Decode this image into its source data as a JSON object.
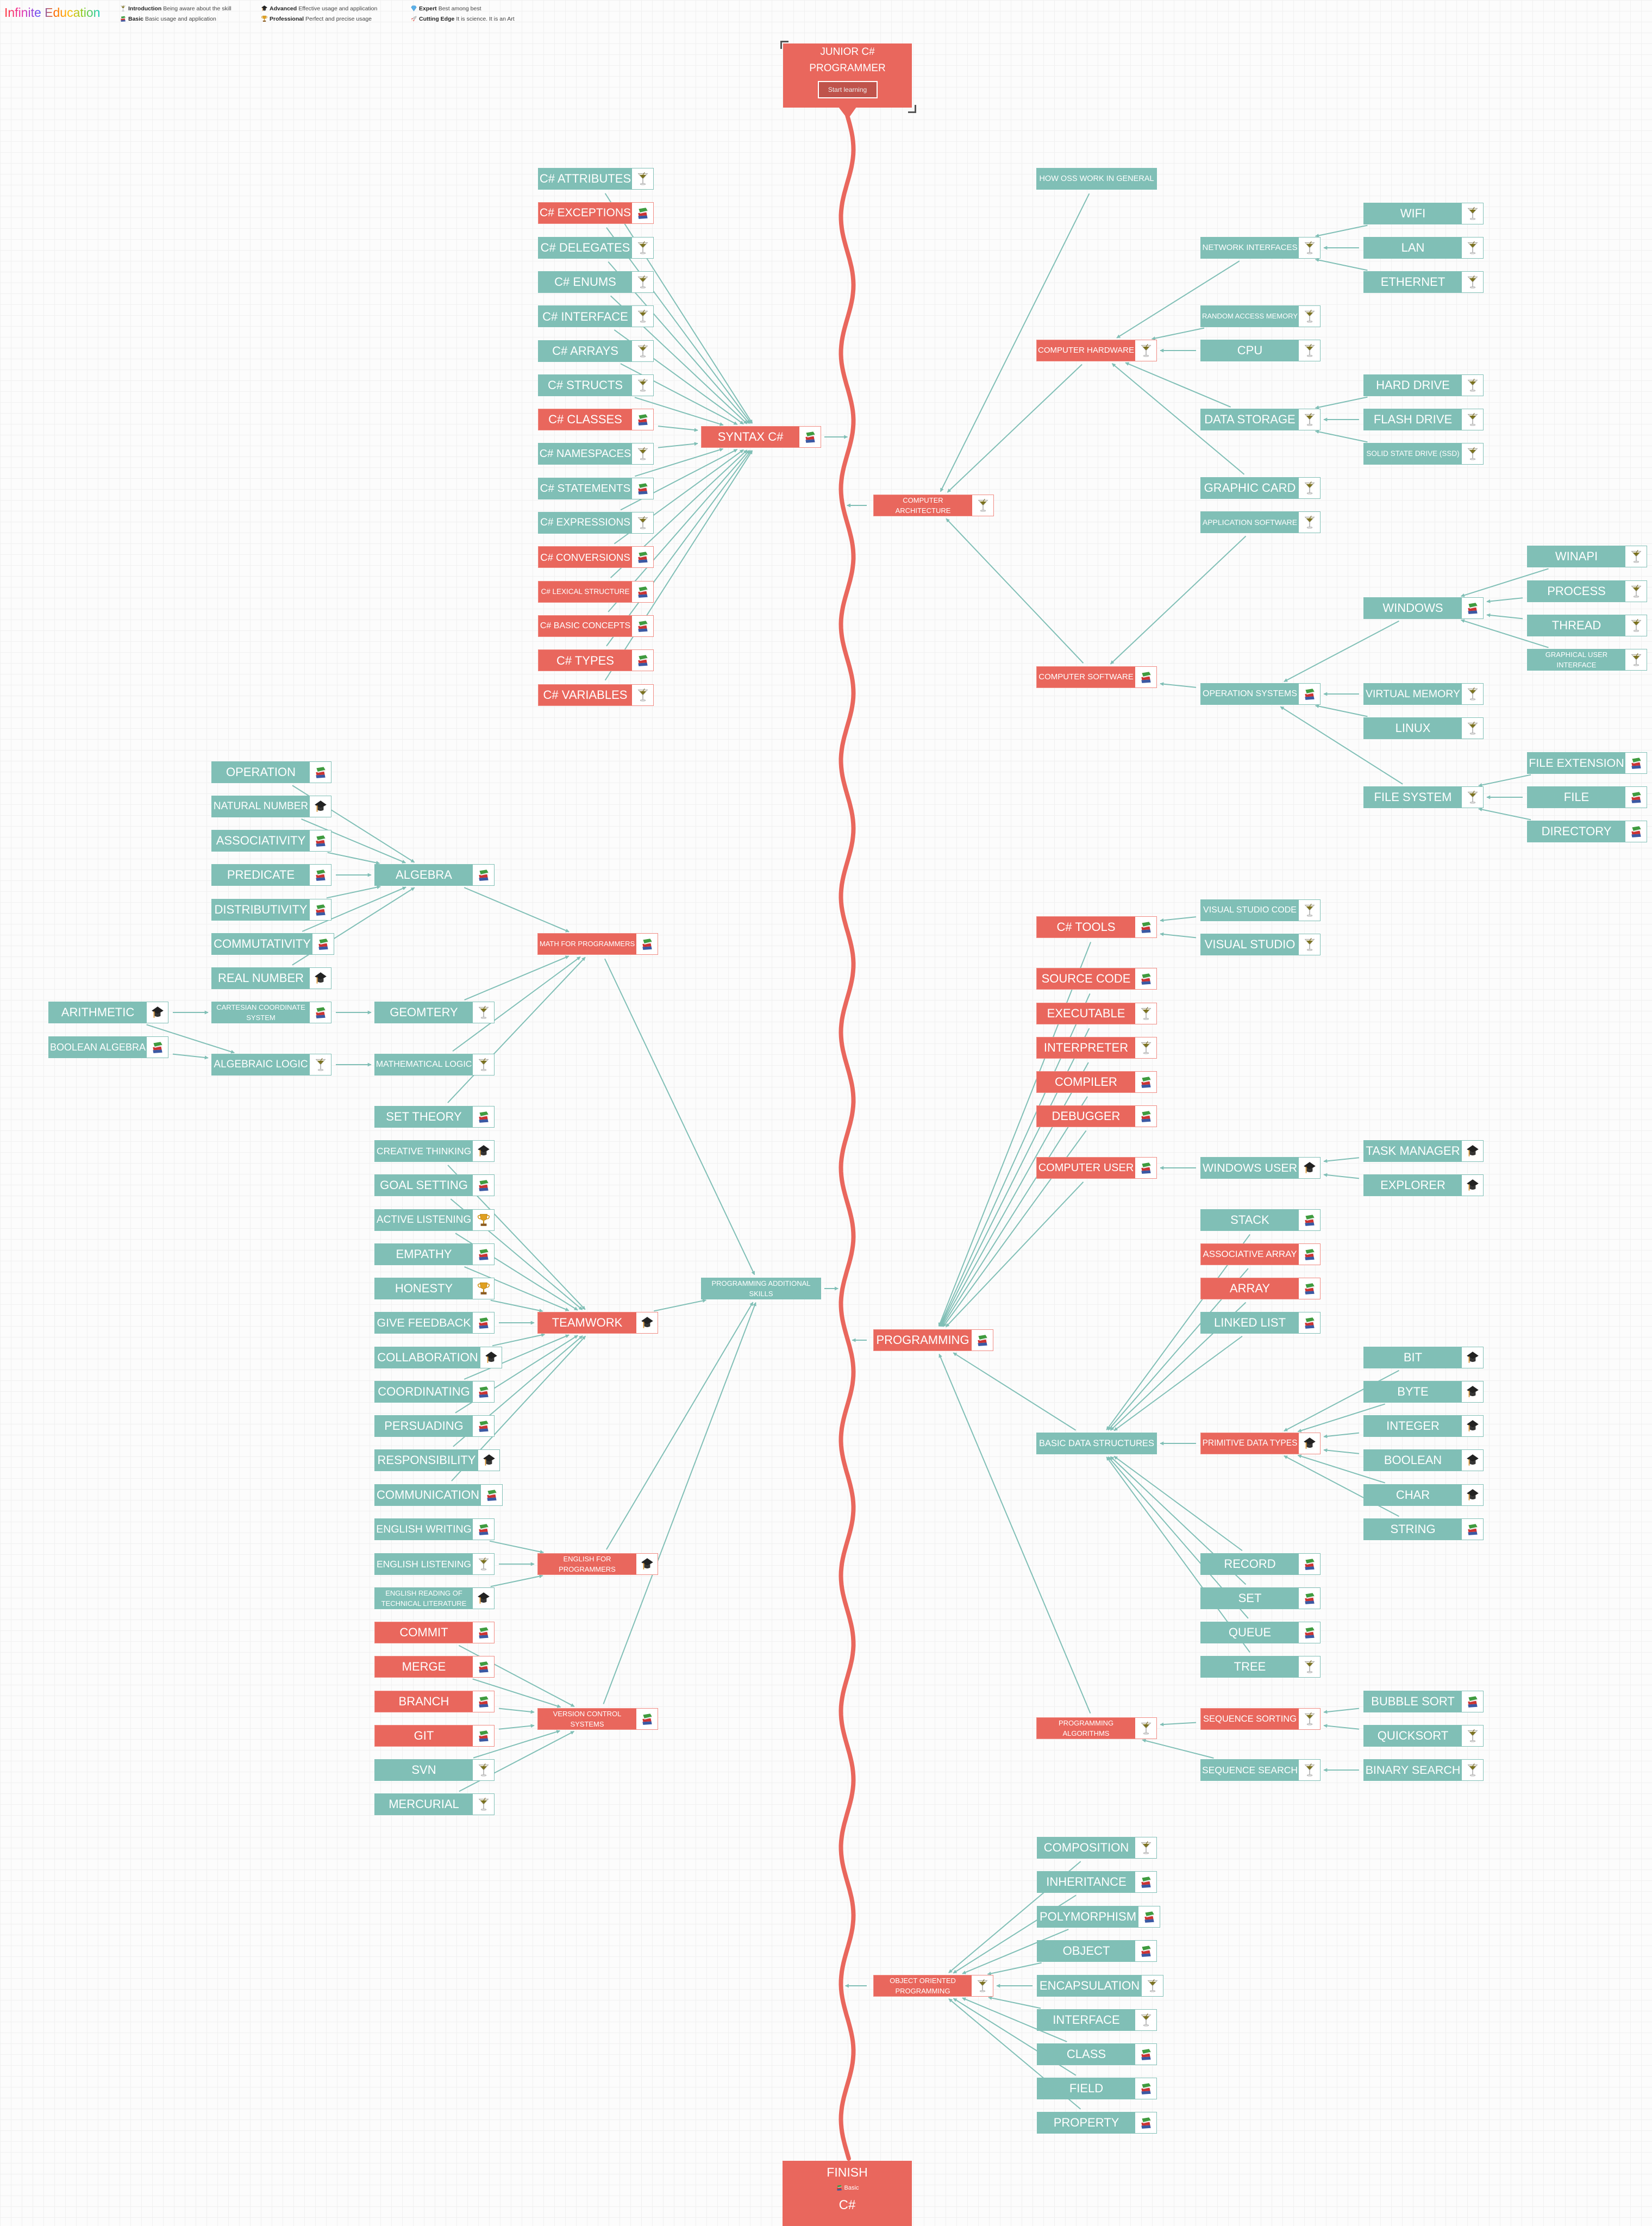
{
  "header": {
    "title": "Infinite Education",
    "legend": [
      {
        "icon": "intro",
        "name": "Introduction",
        "desc": "Being aware about the skill"
      },
      {
        "icon": "basic",
        "name": "Basic",
        "desc": "Basic usage and application"
      },
      {
        "icon": "advanced",
        "name": "Advanced",
        "desc": "Effective usage and application"
      },
      {
        "icon": "pro",
        "name": "Professional",
        "desc": "Perfect and precise usage"
      },
      {
        "icon": "expert",
        "name": "Expert",
        "desc": "Best among best"
      },
      {
        "icon": "cutting",
        "name": "Cutting Edge",
        "desc": "It is science. It is an Art"
      }
    ]
  },
  "start": {
    "title_line1": "JUNIOR C#",
    "title_line2": "PROGRAMMER",
    "button": "Start learning"
  },
  "finish": {
    "title": "FINISH",
    "level": "Basic",
    "level_icon": "basic",
    "subject": "C#"
  },
  "colors": {
    "red": "#e9675d",
    "teal": "#80bfb6",
    "spine": "#e9675d"
  },
  "nodes": {
    "attr": {
      "label": "C# ATTRIBUTES",
      "icon": "intro",
      "style": "teal"
    },
    "exc": {
      "label": "C# EXCEPTIONS",
      "icon": "basic",
      "style": "red"
    },
    "deleg": {
      "label": "C# DELEGATES",
      "icon": "intro",
      "style": "teal"
    },
    "enums": {
      "label": "C# ENUMS",
      "icon": "intro",
      "style": "teal"
    },
    "iface": {
      "label": "C# INTERFACE",
      "icon": "intro",
      "style": "teal"
    },
    "arrays": {
      "label": "C# ARRAYS",
      "icon": "intro",
      "style": "teal"
    },
    "structs": {
      "label": "C# STRUCTS",
      "icon": "intro",
      "style": "teal"
    },
    "classes": {
      "label": "C# CLASSES",
      "icon": "basic",
      "style": "red"
    },
    "ns": {
      "label": "C# NAMESPACES",
      "icon": "intro",
      "style": "teal"
    },
    "stmts": {
      "label": "C# STATEMENTS",
      "icon": "basic",
      "style": "teal"
    },
    "exprs": {
      "label": "C# EXPRESSIONS",
      "icon": "intro",
      "style": "teal"
    },
    "conv": {
      "label": "C# CONVERSIONS",
      "icon": "basic",
      "style": "red"
    },
    "lex": {
      "label": "C# LEXICAL STRUCTURE",
      "icon": "basic",
      "style": "red"
    },
    "basicc": {
      "label": "C# BASIC CONCEPTS",
      "icon": "basic",
      "style": "red"
    },
    "types": {
      "label": "C# TYPES",
      "icon": "basic",
      "style": "red"
    },
    "vars": {
      "label": "C# VARIABLES",
      "icon": "intro",
      "style": "red"
    },
    "syntax": {
      "label": "SYNTAX C#",
      "icon": "basic",
      "style": "red"
    },
    "howoss": {
      "label": "HOW OSS WORK IN GENERAL",
      "icon": "none",
      "style": "teal"
    },
    "netif": {
      "label": "NETWORK INTERFACES",
      "icon": "intro",
      "style": "teal"
    },
    "wifi": {
      "label": "WIFI",
      "icon": "intro",
      "style": "teal"
    },
    "lan": {
      "label": "LAN",
      "icon": "intro",
      "style": "teal"
    },
    "eth": {
      "label": "ETHERNET",
      "icon": "intro",
      "style": "teal"
    },
    "ram": {
      "label": "RANDOM ACCESS MEMORY",
      "icon": "intro",
      "style": "teal"
    },
    "cpu": {
      "label": "CPU",
      "icon": "intro",
      "style": "teal"
    },
    "comphw": {
      "label": "COMPUTER HARDWARE",
      "icon": "intro",
      "style": "red"
    },
    "hdd": {
      "label": "HARD DRIVE",
      "icon": "intro",
      "style": "teal"
    },
    "dstore": {
      "label": "DATA STORAGE",
      "icon": "intro",
      "style": "teal"
    },
    "flash": {
      "label": "FLASH DRIVE",
      "icon": "intro",
      "style": "teal"
    },
    "ssd": {
      "label": "SOLID STATE DRIVE (SSD)",
      "icon": "intro",
      "style": "teal"
    },
    "gcard": {
      "label": "GRAPHIC CARD",
      "icon": "intro",
      "style": "teal"
    },
    "appsw": {
      "label": "APPLICATION SOFTWARE",
      "icon": "intro",
      "style": "teal"
    },
    "comparch": {
      "label": "COMPUTER ARCHITECTURE",
      "icon": "intro",
      "style": "red"
    },
    "winapi": {
      "label": "WINAPI",
      "icon": "intro",
      "style": "teal"
    },
    "process": {
      "label": "PROCESS",
      "icon": "intro",
      "style": "teal"
    },
    "windows": {
      "label": "WINDOWS",
      "icon": "basic",
      "style": "teal"
    },
    "thread": {
      "label": "THREAD",
      "icon": "intro",
      "style": "teal"
    },
    "gui": {
      "label": "GRAPHICAL USER INTERFACE",
      "icon": "intro",
      "style": "teal"
    },
    "compsw": {
      "label": "COMPUTER SOFTWARE",
      "icon": "basic",
      "style": "red"
    },
    "os": {
      "label": "OPERATION SYSTEMS",
      "icon": "basic",
      "style": "teal"
    },
    "vmem": {
      "label": "VIRTUAL MEMORY",
      "icon": "intro",
      "style": "teal"
    },
    "linux": {
      "label": "LINUX",
      "icon": "intro",
      "style": "teal"
    },
    "fext": {
      "label": "FILE EXTENSION",
      "icon": "basic",
      "style": "teal"
    },
    "file": {
      "label": "FILE",
      "icon": "basic",
      "style": "teal"
    },
    "fsys": {
      "label": "FILE SYSTEM",
      "icon": "intro",
      "style": "teal"
    },
    "dir": {
      "label": "DIRECTORY",
      "icon": "basic",
      "style": "teal"
    },
    "operation": {
      "label": "OPERATION",
      "icon": "basic",
      "style": "teal"
    },
    "natnum": {
      "label": "NATURAL NUMBER",
      "icon": "advanced",
      "style": "teal"
    },
    "assoc": {
      "label": "ASSOCIATIVITY",
      "icon": "basic",
      "style": "teal"
    },
    "pred": {
      "label": "PREDICATE",
      "icon": "basic",
      "style": "teal"
    },
    "algebra": {
      "label": "ALGEBRA",
      "icon": "basic",
      "style": "teal"
    },
    "distrib": {
      "label": "DISTRIBUTIVITY",
      "icon": "basic",
      "style": "teal"
    },
    "commut": {
      "label": "COMMUTATIVITY",
      "icon": "basic",
      "style": "teal"
    },
    "math": {
      "label": "MATH FOR PROGRAMMERS",
      "icon": "basic",
      "style": "red"
    },
    "realnum": {
      "label": "REAL NUMBER",
      "icon": "advanced",
      "style": "teal"
    },
    "arith": {
      "label": "ARITHMETIC",
      "icon": "advanced",
      "style": "teal"
    },
    "cart": {
      "label": "CARTESIAN COORDINATE SYSTEM",
      "icon": "basic",
      "style": "teal"
    },
    "geom": {
      "label": "GEOMTERY",
      "icon": "intro",
      "style": "teal"
    },
    "boolalg": {
      "label": "BOOLEAN ALGEBRA",
      "icon": "basic",
      "style": "teal"
    },
    "alglogic": {
      "label": "ALGEBRAIC LOGIC",
      "icon": "intro",
      "style": "teal"
    },
    "mathlogic": {
      "label": "MATHEMATICAL LOGIC",
      "icon": "intro",
      "style": "teal"
    },
    "settheory": {
      "label": "SET THEORY",
      "icon": "basic",
      "style": "teal"
    },
    "creative": {
      "label": "CREATIVE THINKING",
      "icon": "advanced",
      "style": "teal"
    },
    "goal": {
      "label": "GOAL SETTING",
      "icon": "basic",
      "style": "teal"
    },
    "listen": {
      "label": "ACTIVE LISTENING",
      "icon": "pro",
      "style": "teal"
    },
    "empathy": {
      "label": "EMPATHY",
      "icon": "basic",
      "style": "teal"
    },
    "honesty": {
      "label": "HONESTY",
      "icon": "pro",
      "style": "teal"
    },
    "pas": {
      "label": "PROGRAMMING ADDITIONAL SKILLS",
      "icon": "none",
      "style": "teal"
    },
    "feedback": {
      "label": "GIVE FEEDBACK",
      "icon": "basic",
      "style": "teal"
    },
    "teamwork": {
      "label": "TEAMWORK",
      "icon": "advanced",
      "style": "red"
    },
    "collab": {
      "label": "COLLABORATION",
      "icon": "advanced",
      "style": "teal"
    },
    "coord": {
      "label": "COORDINATING",
      "icon": "basic",
      "style": "teal"
    },
    "persuade": {
      "label": "PERSUADING",
      "icon": "basic",
      "style": "teal"
    },
    "resp": {
      "label": "RESPONSIBILITY",
      "icon": "advanced",
      "style": "teal"
    },
    "comm": {
      "label": "COMMUNICATION",
      "icon": "basic",
      "style": "teal"
    },
    "engwrite": {
      "label": "ENGLISH WRITING",
      "icon": "basic",
      "style": "teal"
    },
    "englisten": {
      "label": "ENGLISH LISTENING",
      "icon": "intro",
      "style": "teal"
    },
    "english": {
      "label": "ENGLISH FOR PROGRAMMERS",
      "icon": "advanced",
      "style": "red"
    },
    "engread": {
      "label": "ENGLISH READING OF TECHNICAL LITERATURE",
      "icon": "advanced",
      "style": "teal"
    },
    "commit": {
      "label": "COMMIT",
      "icon": "basic",
      "style": "red"
    },
    "merge": {
      "label": "MERGE",
      "icon": "basic",
      "style": "red"
    },
    "branch": {
      "label": "BRANCH",
      "icon": "basic",
      "style": "red"
    },
    "vcs": {
      "label": "VERSION CONTROL SYSTEMS",
      "icon": "basic",
      "style": "red"
    },
    "git": {
      "label": "GIT",
      "icon": "basic",
      "style": "red"
    },
    "svn": {
      "label": "SVN",
      "icon": "intro",
      "style": "teal"
    },
    "mercurial": {
      "label": "MERCURIAL",
      "icon": "intro",
      "style": "teal"
    },
    "vscode": {
      "label": "VISUAL STUDIO CODE",
      "icon": "intro",
      "style": "teal"
    },
    "cstools": {
      "label": "C# TOOLS",
      "icon": "basic",
      "style": "red"
    },
    "vs": {
      "label": "VISUAL STUDIO",
      "icon": "intro",
      "style": "teal"
    },
    "source": {
      "label": "SOURCE CODE",
      "icon": "basic",
      "style": "red"
    },
    "exec": {
      "label": "EXECUTABLE",
      "icon": "intro",
      "style": "red"
    },
    "interp": {
      "label": "INTERPRETER",
      "icon": "intro",
      "style": "red"
    },
    "compiler": {
      "label": "COMPILER",
      "icon": "basic",
      "style": "red"
    },
    "debugger": {
      "label": "DEBUGGER",
      "icon": "basic",
      "style": "red"
    },
    "taskmgr": {
      "label": "TASK MANAGER",
      "icon": "advanced",
      "style": "teal"
    },
    "compuser": {
      "label": "COMPUTER USER",
      "icon": "basic",
      "style": "red"
    },
    "winuser": {
      "label": "WINDOWS USER",
      "icon": "advanced",
      "style": "teal"
    },
    "explorer": {
      "label": "EXPLORER",
      "icon": "advanced",
      "style": "teal"
    },
    "stack": {
      "label": "STACK",
      "icon": "basic",
      "style": "teal"
    },
    "assocarr": {
      "label": "ASSOCIATIVE ARRAY",
      "icon": "basic",
      "style": "red"
    },
    "array": {
      "label": "ARRAY",
      "icon": "basic",
      "style": "red"
    },
    "linked": {
      "label": "LINKED LIST",
      "icon": "basic",
      "style": "teal"
    },
    "programming": {
      "label": "PROGRAMMING",
      "icon": "basic",
      "style": "red"
    },
    "bit": {
      "label": "BIT",
      "icon": "advanced",
      "style": "teal"
    },
    "byte": {
      "label": "BYTE",
      "icon": "advanced",
      "style": "teal"
    },
    "integer": {
      "label": "INTEGER",
      "icon": "advanced",
      "style": "teal"
    },
    "bds": {
      "label": "BASIC DATA STRUCTURES",
      "icon": "none",
      "style": "teal"
    },
    "prim": {
      "label": "PRIMITIVE DATA TYPES",
      "icon": "advanced",
      "style": "red"
    },
    "boolean": {
      "label": "BOOLEAN",
      "icon": "advanced",
      "style": "teal"
    },
    "char": {
      "label": "CHAR",
      "icon": "advanced",
      "style": "teal"
    },
    "string": {
      "label": "STRING",
      "icon": "basic",
      "style": "teal"
    },
    "record": {
      "label": "RECORD",
      "icon": "basic",
      "style": "teal"
    },
    "set": {
      "label": "SET",
      "icon": "basic",
      "style": "teal"
    },
    "queue": {
      "label": "QUEUE",
      "icon": "basic",
      "style": "teal"
    },
    "tree": {
      "label": "TREE",
      "icon": "intro",
      "style": "teal"
    },
    "bubble": {
      "label": "BUBBLE SORT",
      "icon": "basic",
      "style": "teal"
    },
    "seqsort": {
      "label": "SEQUENCE SORTING",
      "icon": "intro",
      "style": "red"
    },
    "progalg": {
      "label": "PROGRAMMING ALGORITHMS",
      "icon": "intro",
      "style": "red"
    },
    "quick": {
      "label": "QUICKSORT",
      "icon": "intro",
      "style": "teal"
    },
    "seqsearch": {
      "label": "SEQUENCE SEARCH",
      "icon": "intro",
      "style": "teal"
    },
    "binsearch": {
      "label": "BINARY SEARCH",
      "icon": "intro",
      "style": "teal"
    },
    "composition": {
      "label": "COMPOSITION",
      "icon": "intro",
      "style": "teal"
    },
    "inherit": {
      "label": "INHERITANCE",
      "icon": "basic",
      "style": "teal"
    },
    "poly": {
      "label": "POLYMORPHISM",
      "icon": "basic",
      "style": "teal"
    },
    "object": {
      "label": "OBJECT",
      "icon": "basic",
      "style": "teal"
    },
    "oop": {
      "label": "OBJECT ORIENTED PROGRAMMING",
      "icon": "intro",
      "style": "red"
    },
    "encap": {
      "label": "ENCAPSULATION",
      "icon": "intro",
      "style": "teal"
    },
    "ointerface": {
      "label": "INTERFACE",
      "icon": "intro",
      "style": "teal"
    },
    "oclass": {
      "label": "CLASS",
      "icon": "basic",
      "style": "teal"
    },
    "field": {
      "label": "FIELD",
      "icon": "basic",
      "style": "teal"
    },
    "property": {
      "label": "PROPERTY",
      "icon": "basic",
      "style": "teal"
    }
  }
}
